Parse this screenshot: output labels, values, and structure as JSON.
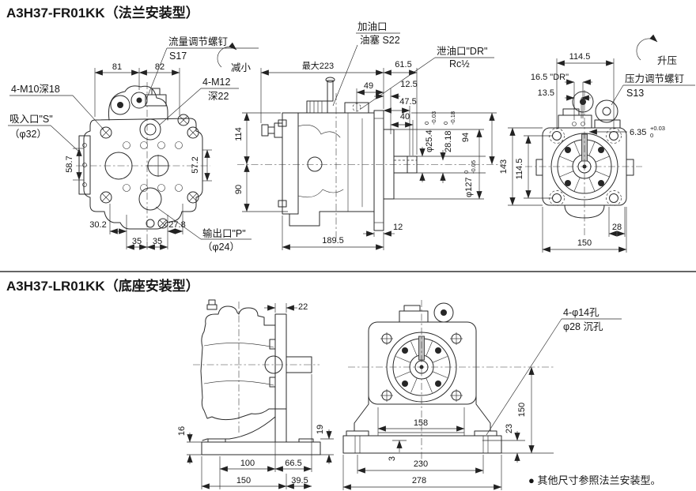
{
  "colors": {
    "ink": "#1a1a1a",
    "bg": "#ffffff"
  },
  "top": {
    "title": "A3H37-FR01KK（法兰安装型）",
    "rear": {
      "m10": "4-M10深18",
      "suction1": "吸入口\"S\"",
      "suction2": "（φ32）",
      "m12a": "4-M12",
      "m12b": "深22",
      "outlet1": "输出口\"P\"",
      "outlet2": "（φ24）",
      "d81": "81",
      "d82": "82",
      "d587": "58.7",
      "d572": "57.2",
      "d302": "30.2",
      "d278": "27.8",
      "d35a": "35",
      "d35b": "35"
    },
    "side": {
      "flow1": "流量调节螺钉",
      "flow2": "S17",
      "decrease": "减小",
      "filler1": "加油口",
      "filler2": "油塞 S22",
      "drain1": "泄油口\"DR\"",
      "drain2": "Rc½",
      "dmax": "最大223",
      "d615": "61.5",
      "d49": "49",
      "d125": "12.5",
      "d475": "47.5",
      "d40": "40",
      "d114": "114",
      "d90": "90",
      "d1895": "189.5",
      "d12": "12",
      "shaft": "φ25.4",
      "shaft_t": "0",
      "shaft_b": "-0.03",
      "key": "28.18",
      "key_t": "0",
      "key_b": "-0.18",
      "d94": "94",
      "pilot": "φ127",
      "pilot_t": "0",
      "pilot_b": "-0.05"
    },
    "front": {
      "press1": "压力调节螺钉",
      "press2": "S13",
      "increase": "升压",
      "ddr": "16.5 \"DR\"",
      "d135": "13.5",
      "d1145": "114.5",
      "key": "6.35",
      "key_t": "+0.03",
      "key_b": "0",
      "d143": "143",
      "d1145v": "114.5",
      "d28": "28",
      "d150": "150"
    }
  },
  "bottom": {
    "title": "A3H37-LR01KK（底座安装型）",
    "side": {
      "d22": "22",
      "d16": "16",
      "d19": "19",
      "d100": "100",
      "d665": "66.5",
      "d150": "150",
      "d395": "39.5"
    },
    "front": {
      "holes1": "4-φ14孔",
      "holes2": "φ28 沉孔",
      "d150": "150",
      "d23": "23",
      "d158": "158",
      "d3": "3",
      "d230": "230",
      "d278": "278"
    },
    "note": "● 其他尺寸参照法兰安装型。"
  }
}
